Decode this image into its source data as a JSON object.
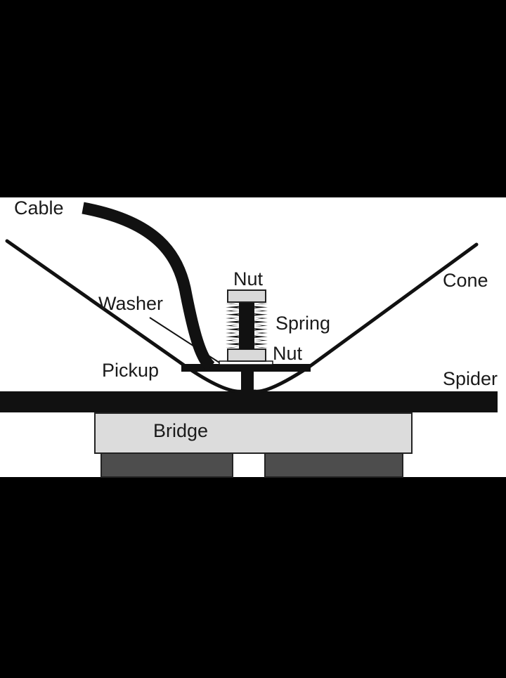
{
  "labels": {
    "cable": "Cable",
    "nut_top": "Nut",
    "cone": "Cone",
    "washer": "Washer",
    "spring": "Spring",
    "nut_bottom": "Nut",
    "pickup": "Pickup",
    "spider": "Spider",
    "bridge": "Bridge"
  },
  "colors": {
    "letterbox": "#000000",
    "panel": "#ffffff",
    "ink": "#1a1a1a",
    "nut_fill": "#d9d9d9",
    "bridge_fill": "#dcdcdc",
    "magnet_fill": "#4d4d4d"
  }
}
